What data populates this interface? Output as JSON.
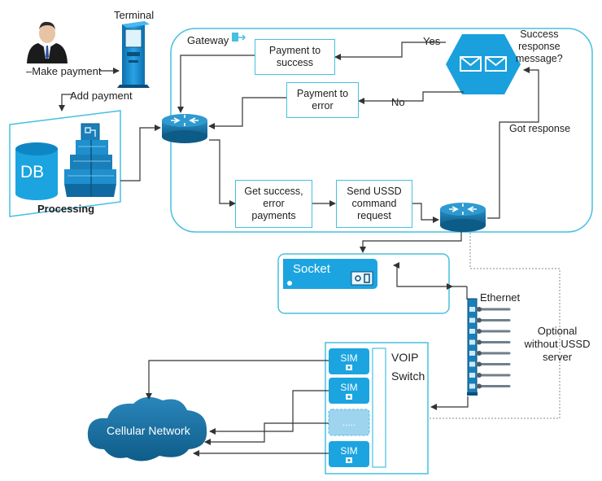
{
  "actors": {
    "terminal": "Terminal",
    "make_payment": "Make payment",
    "add_payment": "Add payment"
  },
  "processing": {
    "db": "DB",
    "label": "Processing"
  },
  "gateway": {
    "label": "Gateway",
    "payment_success": [
      "Payment to",
      "success"
    ],
    "payment_error": [
      "Payment to",
      "error"
    ],
    "get_payments": [
      "Get success,",
      "error",
      "payments"
    ],
    "send_ussd": [
      "Send USSD",
      "command",
      "request"
    ],
    "decision": [
      "Success",
      "response",
      "message?"
    ],
    "yes": "Yes",
    "no": "No",
    "got_response": "Got response"
  },
  "socket": {
    "label": "Socket"
  },
  "ethernet": {
    "label": "Ethernet"
  },
  "optional": [
    "Optional",
    "without USSD",
    "server"
  ],
  "voip": {
    "title": [
      "VOIP",
      "Switch"
    ],
    "slots": [
      "SIM",
      "SIM",
      ".....",
      "SIM"
    ]
  },
  "network": {
    "label": "Cellular Network"
  },
  "colors": {
    "accent": "#47c0e0",
    "brand_blue": "#1b9ad6",
    "dark_blue": "#0f5c86",
    "line": "#333333"
  }
}
